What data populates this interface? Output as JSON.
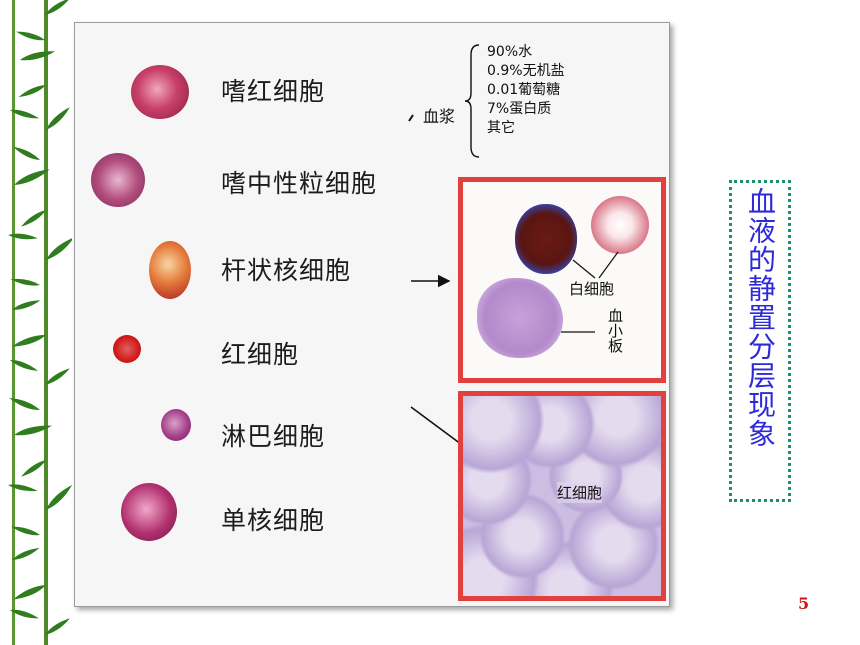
{
  "cells": [
    {
      "name": "嗜红细胞"
    },
    {
      "name": "嗜中性粒细胞"
    },
    {
      "name": "杆状核细胞"
    },
    {
      "name": "红细胞"
    },
    {
      "name": "淋巴细胞"
    },
    {
      "name": "单核细胞"
    }
  ],
  "plasma": {
    "label": "血浆",
    "components": [
      "90%水",
      "0.9%无机盐",
      "0.01葡萄糖",
      "7%蛋白质",
      "其它"
    ]
  },
  "micro_top": {
    "wbc_label": "白细胞",
    "platelet_label": "血小板"
  },
  "micro_bottom": {
    "rbc_label": "红细胞"
  },
  "title": "血液的静置分层现象",
  "page_number": "5",
  "colors": {
    "frame": "#e2403d",
    "title": "#2d2ad9",
    "title_border": "#1e8f6e",
    "page_number": "#d21414"
  }
}
